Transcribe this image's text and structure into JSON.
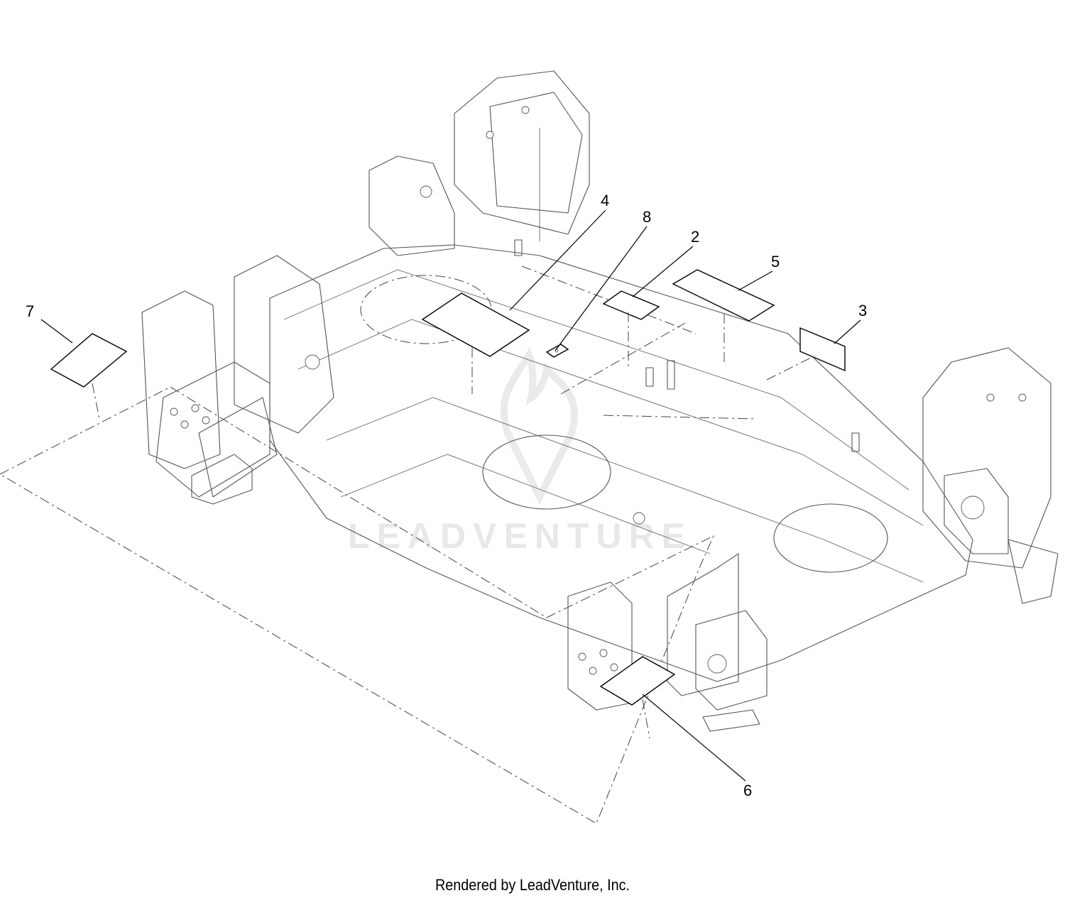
{
  "callouts": [
    {
      "label": "7"
    },
    {
      "label": "4"
    },
    {
      "label": "8"
    },
    {
      "label": "2"
    },
    {
      "label": "5"
    },
    {
      "label": "3"
    },
    {
      "label": "6"
    }
  ],
  "watermark": "LEADVENTURE",
  "footer": "Rendered by LeadVenture, Inc."
}
